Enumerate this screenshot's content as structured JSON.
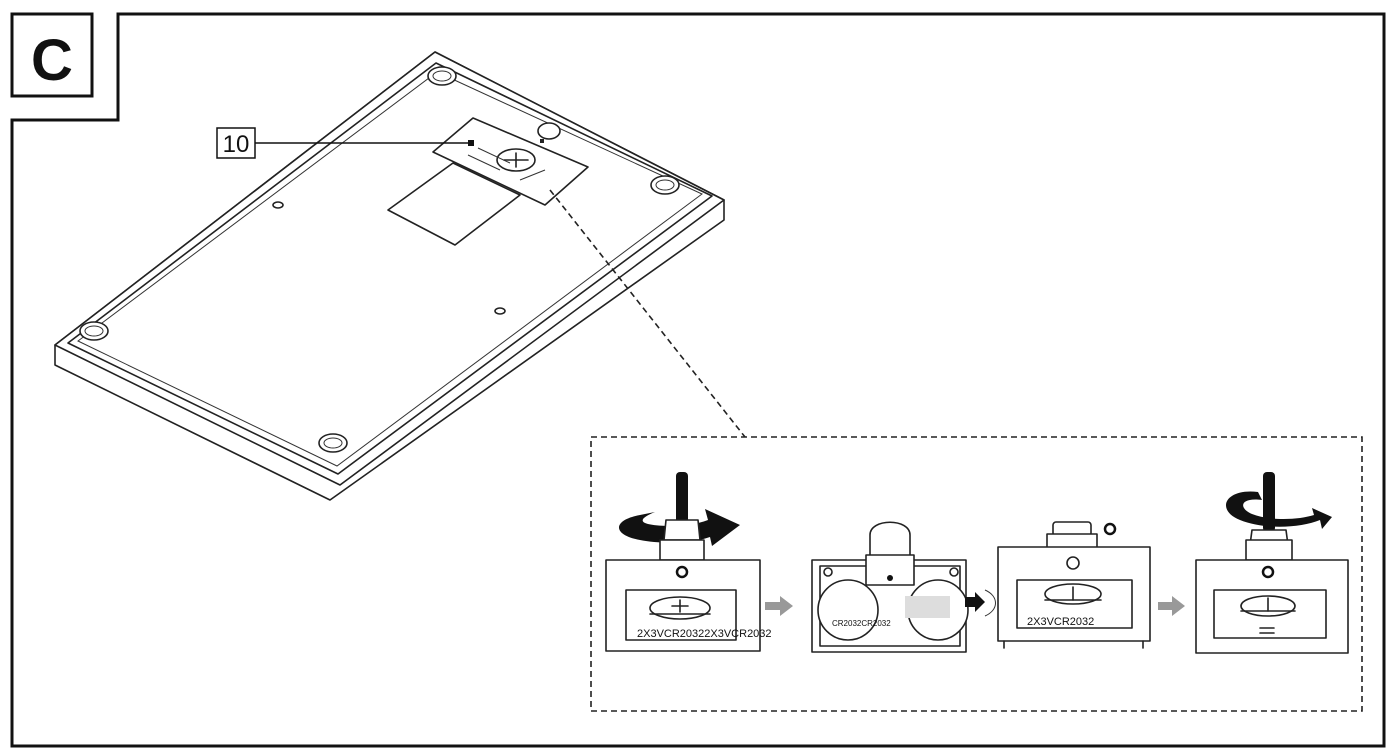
{
  "section_label": "C",
  "callout_number": "10",
  "steps": [
    {
      "id": "step1",
      "battery_label": "2X3VCR20322X3VCR2032"
    },
    {
      "id": "step2",
      "battery_label": "CR2032CR2032"
    },
    {
      "id": "step3",
      "battery_label": "2X3VCR2032"
    },
    {
      "id": "step4",
      "battery_label": ""
    }
  ],
  "icons": {
    "rotate_left": "rotate-counterclockwise-arrow",
    "rotate_right": "rotate-clockwise-arrow",
    "step_arrow": "right-arrow",
    "screwdriver": "screwdriver"
  }
}
